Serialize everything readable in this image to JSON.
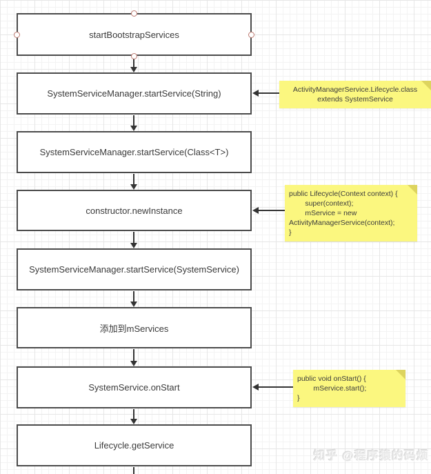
{
  "flow": {
    "boxes": [
      {
        "label": "startBootstrapServices"
      },
      {
        "label": "SystemServiceManager.startService(String)"
      },
      {
        "label": "SystemServiceManager.startService(Class<T>)"
      },
      {
        "label": "constructor.newInstance"
      },
      {
        "label": "SystemServiceManager.startService(SystemService)"
      },
      {
        "label": "添加到mServices"
      },
      {
        "label": "SystemService.onStart"
      },
      {
        "label": "Lifecycle.getService"
      }
    ]
  },
  "notes": [
    {
      "text": "ActivityManagerService.Lifecycle.class\nextends SystemService",
      "target": "SystemServiceManager.startService(String)"
    },
    {
      "text": "public Lifecycle(Context context) {\n        super(context);\n        mService = new\nActivityManagerService(context);\n}",
      "target": "constructor.newInstance"
    },
    {
      "text": "public void onStart() {\n        mService.start();\n}",
      "target": "SystemService.onStart"
    }
  ],
  "watermark": {
    "text": "知乎 @程序猿的码烦"
  },
  "colors": {
    "note_background": "#fbf77f",
    "note_fold": "#ddd45e",
    "box_border": "#4a4a4a",
    "arrow": "#333333",
    "selection_handle": "#bd7a71",
    "grid_minor": "#f3f3f3",
    "grid_major": "#e6e6e6"
  }
}
